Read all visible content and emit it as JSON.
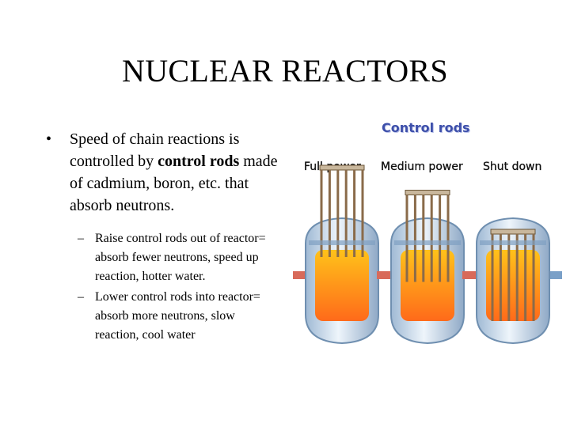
{
  "slide": {
    "title": "NUCLEAR REACTORS",
    "bullet": {
      "marker": "•",
      "text_before": "Speed of chain reactions is controlled by ",
      "text_bold": "control rods",
      "text_after": " made of cadmium, boron, etc. that absorb neutrons."
    },
    "sub_bullets": [
      {
        "marker": "–",
        "text": "Raise control rods out of reactor= absorb fewer neutrons, speed up reaction, hotter water."
      },
      {
        "marker": "–",
        "text": "Lower control rods into reactor= absorb more neutrons, slow reaction, cool water"
      }
    ]
  },
  "diagram": {
    "heading": "Control rods",
    "states": [
      {
        "label": "Full power",
        "rod_insertion": 0.1
      },
      {
        "label": "Medium power",
        "rod_insertion": 0.45
      },
      {
        "label": "Shut down",
        "rod_insertion": 1.0
      }
    ],
    "colors": {
      "vessel": "#c9dcec",
      "vessel_edge": "#6f8fb0",
      "core_hot": "#ff6a1a",
      "core_warm": "#ffc21a",
      "rod": "#8a6b4a",
      "pipe_in": "#d86a5a",
      "pipe_out": "#7aa0c8"
    }
  }
}
